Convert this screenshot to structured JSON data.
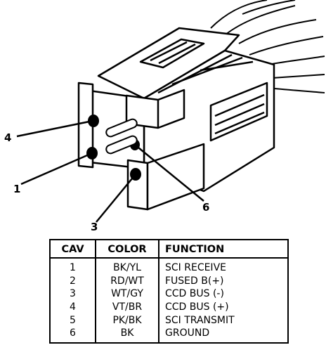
{
  "callouts": {
    "c1": "1",
    "c3": "3",
    "c4": "4",
    "c6": "6"
  },
  "table": {
    "headers": {
      "cav": "CAV",
      "color": "COLOR",
      "function": "FUNCTION"
    },
    "rows": [
      {
        "cav": "1",
        "color": "BK/YL",
        "function": "SCI RECEIVE"
      },
      {
        "cav": "2",
        "color": "RD/WT",
        "function": "FUSED B(+)"
      },
      {
        "cav": "3",
        "color": "WT/GY",
        "function": "CCD BUS (-)"
      },
      {
        "cav": "4",
        "color": "VT/BR",
        "function": "CCD BUS (+)"
      },
      {
        "cav": "5",
        "color": "PK/BK",
        "function": "SCI TRANSMIT"
      },
      {
        "cav": "6",
        "color": "BK",
        "function": "GROUND"
      }
    ]
  }
}
